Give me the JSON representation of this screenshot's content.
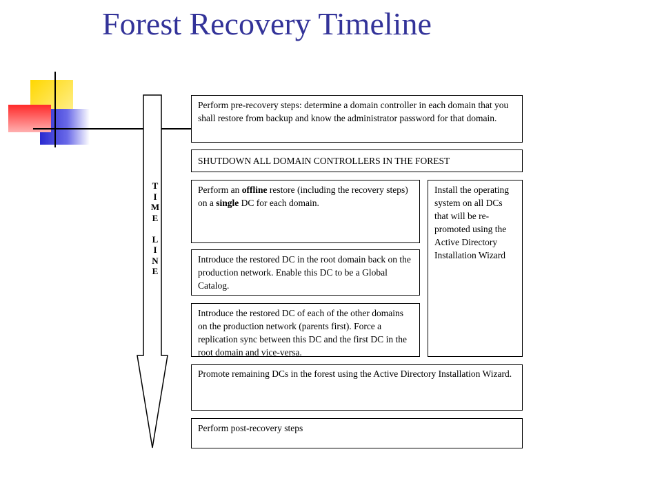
{
  "title": "Forest Recovery Timeline",
  "timeline": {
    "word1": [
      "T",
      "I",
      "M",
      "E"
    ],
    "word2": [
      "L",
      "I",
      "N",
      "E"
    ]
  },
  "steps": {
    "pre_recovery": "Perform pre-recovery steps: determine a domain controller in each domain that you shall restore from backup and know the administrator password for that domain.",
    "shutdown": "SHUTDOWN ALL DOMAIN CONTROLLERS IN THE FOREST",
    "offline_restore": {
      "part1": "Perform an ",
      "bold1": "offline",
      "part2": " restore (including the recovery steps) on a ",
      "bold2": "single",
      "part3": " DC for each domain."
    },
    "install_os": "Install the operating system on all DCs that will be re-promoted using the Active Directory Installation Wizard",
    "introduce_root": "Introduce the restored DC in the root domain back on the production network. Enable this DC to be a Global Catalog.",
    "introduce_other": "Introduce the restored DC of each of the other domains on the production network (parents first). Force a replication sync between this DC and the first DC in the root domain and vice-versa.",
    "promote_remaining": "Promote remaining DCs in the forest using the Active Directory Installation Wizard.",
    "post_recovery": "Perform post-recovery steps"
  }
}
